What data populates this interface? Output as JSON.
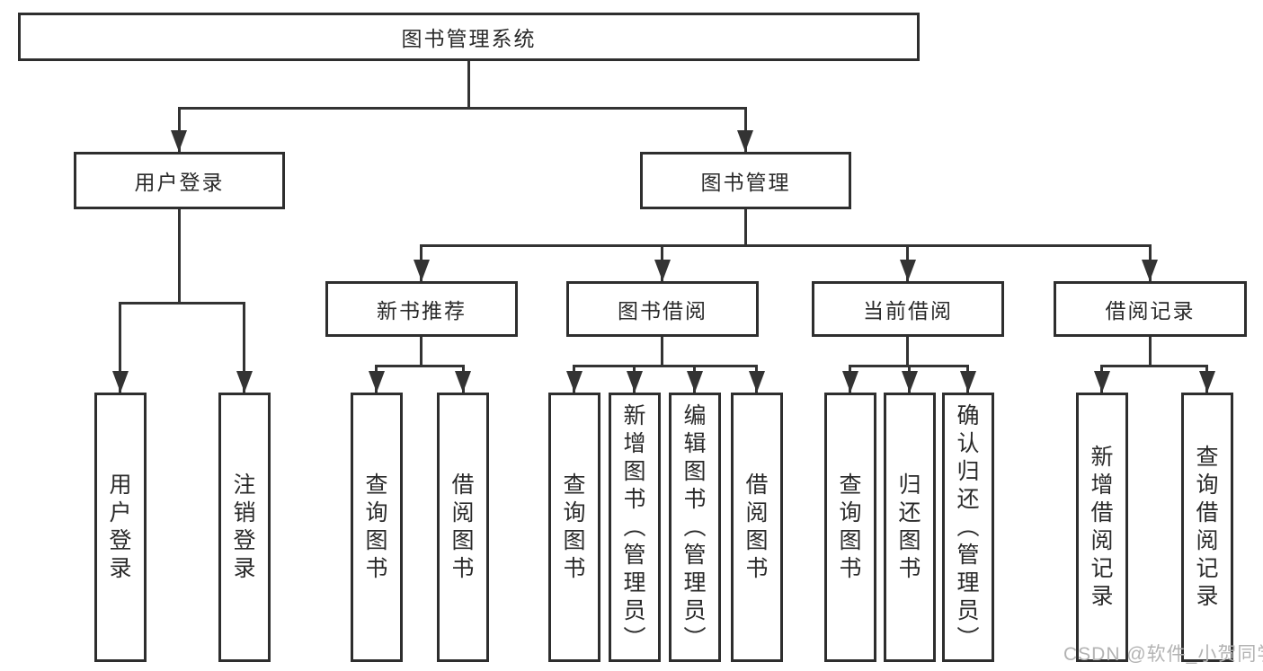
{
  "diagram": {
    "title": "图书管理系统",
    "type": "hierarchy-tree",
    "colors": {
      "line": "#333333",
      "box_border": "#2e2e2e",
      "text": "#2a2a2a",
      "background": "#ffffff",
      "watermark": "#b3b3b3"
    }
  },
  "nodes": {
    "root": "图书管理系统",
    "level2": [
      "用户登录",
      "图书管理"
    ],
    "level3": [
      "新书推荐",
      "图书借阅",
      "当前借阅",
      "借阅记录"
    ],
    "leaves": {
      "login": [
        "用户登录",
        "注销登录"
      ],
      "recommend": [
        "查询图书",
        "借阅图书"
      ],
      "borrow": [
        "查询图书",
        "新增图书（管理员）",
        "编辑图书（管理员）",
        "借阅图书"
      ],
      "current": [
        "查询图书",
        "归还图书",
        "确认归还（管理员）"
      ],
      "records": [
        "新增借阅记录",
        "查询借阅记录"
      ]
    }
  },
  "watermark": "CSDN @软件_小贺同学"
}
